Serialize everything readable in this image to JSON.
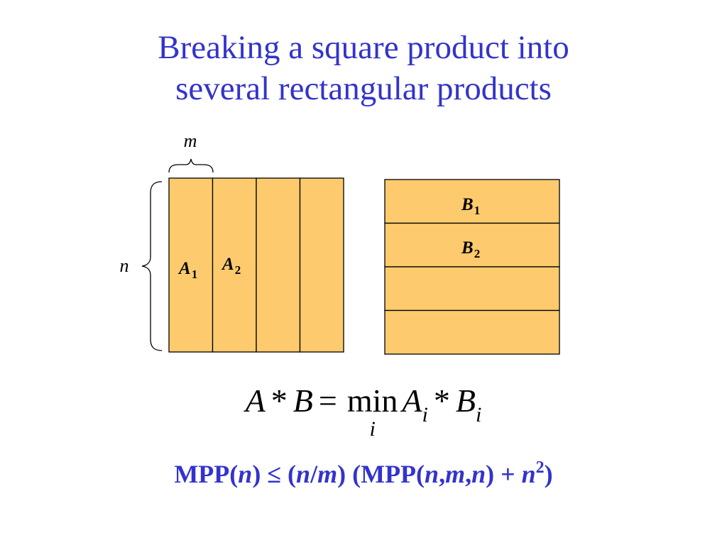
{
  "title": {
    "line1": "Breaking a square product into",
    "line2": "several rectangular products"
  },
  "diagram": {
    "label_m": "m",
    "label_n": "n",
    "matrix_a": {
      "columns": 4,
      "fill": "#fdcb6e",
      "labels": [
        {
          "letter": "A",
          "index": "1"
        },
        {
          "letter": "A",
          "index": "2"
        }
      ]
    },
    "matrix_b": {
      "rows": 4,
      "fill": "#fdcb6e",
      "labels": [
        {
          "letter": "B",
          "index": "1"
        },
        {
          "letter": "B",
          "index": "2"
        }
      ]
    }
  },
  "formula": {
    "lhs_a": "A",
    "star1": "*",
    "lhs_b": "B",
    "equals": "=",
    "min": "min",
    "min_sub": "i",
    "rhs_a": "A",
    "rhs_a_sub": "i",
    "star2": "*",
    "rhs_b": "B",
    "rhs_b_sub": "i"
  },
  "mpp": {
    "p1": "MPP(",
    "n1": "n",
    "p2": ") ≤ (",
    "n2": "n",
    "slash": "/",
    "m1": "m",
    "p3": ") (MPP(",
    "n3": "n",
    "c1": ",",
    "m2": "m",
    "c2": ",",
    "n4": "n",
    "p4": ") + ",
    "n5": "n",
    "sup": "2",
    "p5": ")"
  },
  "colors": {
    "title": "#3333cc",
    "block_fill": "#fdcb6e",
    "stroke": "#000000"
  }
}
